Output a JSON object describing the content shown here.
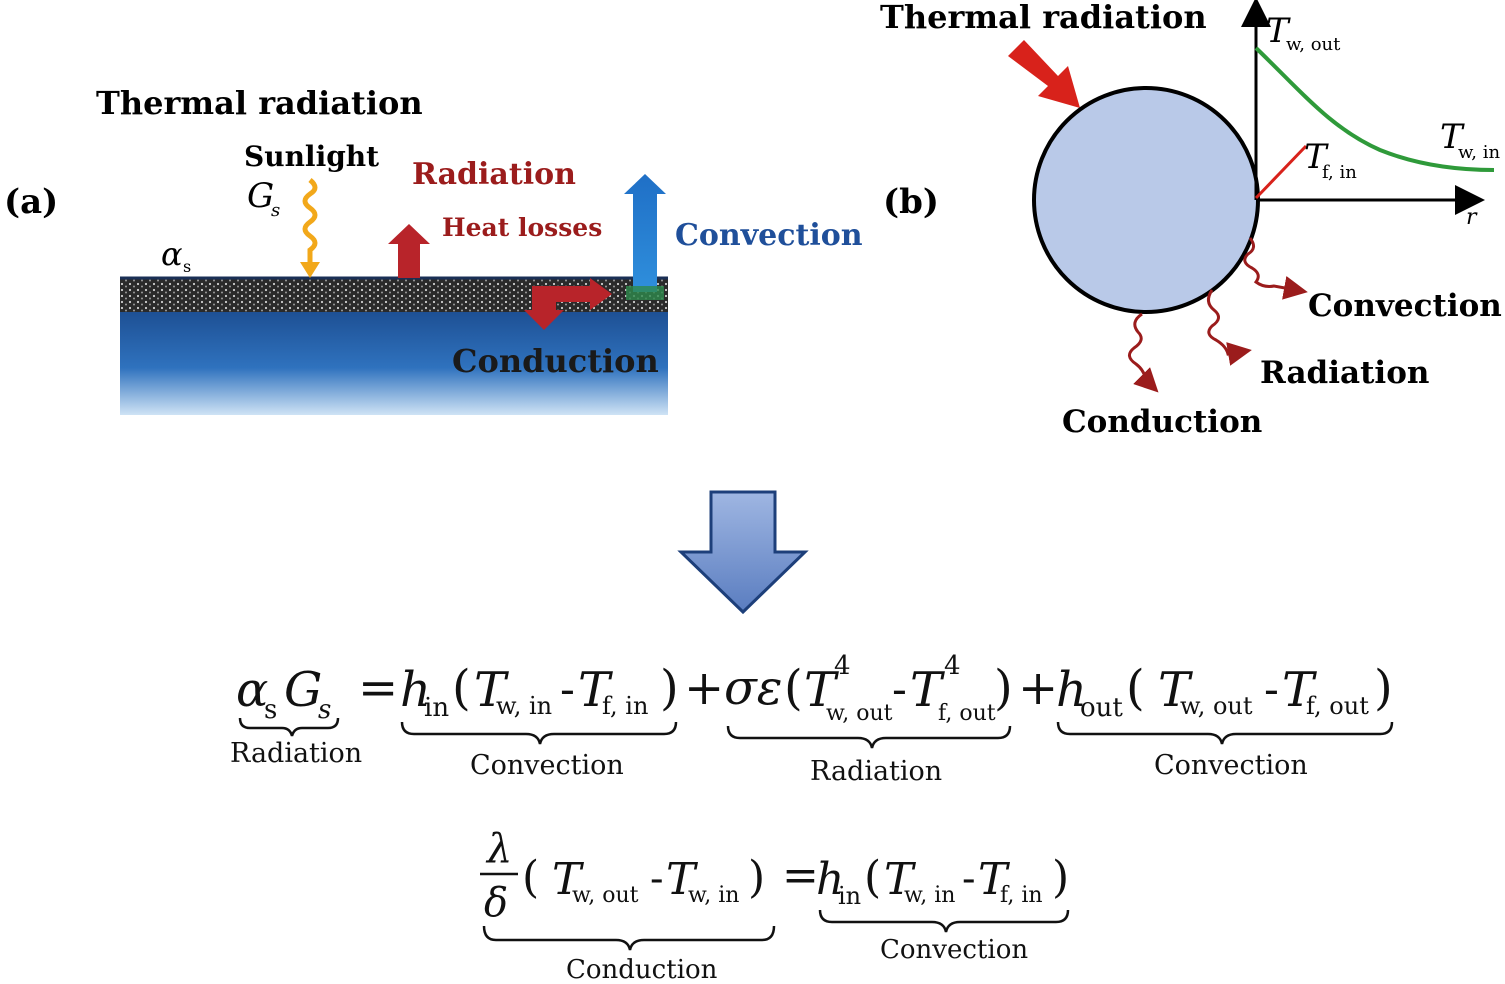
{
  "panel_a": {
    "label": "(a)",
    "title": "Thermal radiation",
    "sunlight": "Sunlight",
    "G": "G",
    "G_sub": "s",
    "alpha": "α",
    "alpha_sub": "s",
    "radiation": "Radiation",
    "heat_losses": "Heat losses",
    "convection": "Convection",
    "conduction": "Conduction"
  },
  "panel_b": {
    "label": "(b)",
    "title": "Thermal radiation",
    "T_w_out": "T",
    "T_w_out_sub": "w, out",
    "T_w_in": "T",
    "T_w_in_sub": "w, in",
    "T_f_in": "T",
    "T_f_in_sub": "f, in",
    "r_axis": "r",
    "convection": "Convection",
    "radiation": "Radiation",
    "conduction": "Conduction"
  },
  "equation1": {
    "lhs": {
      "alpha": "α",
      "alpha_sub": "s",
      "G": "G",
      "G_sub": "s",
      "label": "Radiation"
    },
    "eq": "=",
    "term1": {
      "h": "h",
      "h_sub": "in",
      "open": "(",
      "T1": "T",
      "T1_sub": "w, in",
      "minus": "-",
      "T2": "T",
      "T2_sub": "f, in",
      "close": ")",
      "label": "Convection"
    },
    "plus1": "+",
    "term2": {
      "sigma_eps": "σε",
      "open": "(",
      "T1": "T",
      "T1_sup": "4",
      "T1_sub": "w, out",
      "minus": "-",
      "T2": "T",
      "T2_sup": "4",
      "T2_sub": "f, out",
      "close": ")",
      "label": "Radiation"
    },
    "plus2": "+",
    "term3": {
      "h": "h",
      "h_sub": "out",
      "open": "(",
      "T1": "T",
      "T1_sub": "w, out",
      "minus": "-",
      "T2": "T",
      "T2_sub": "f, out",
      "close": ")",
      "label": "Convection"
    }
  },
  "equation2": {
    "lhs": {
      "numerator": "λ",
      "denominator": "δ",
      "open": "(",
      "T1": "T",
      "T1_sub": "w, out",
      "minus": "-",
      "T2": "T",
      "T2_sub": "w, in",
      "close": ")",
      "label": "Conduction"
    },
    "eq": "=",
    "rhs": {
      "h": "h",
      "h_sub": "in",
      "open": "(",
      "T1": "T",
      "T1_sub": "w, in",
      "minus": "-",
      "T2": "T",
      "T2_sub": "f, in",
      "close": ")",
      "label": "Convection"
    }
  },
  "colors": {
    "dark_red": "#9b1c1c",
    "red_arrow": "#d8221b",
    "blue_text": "#1f4f9a",
    "curve_green": "#2f9a3a",
    "circle_fill": "#b9c9e8",
    "arrow_blue": "#6f8fc9"
  }
}
